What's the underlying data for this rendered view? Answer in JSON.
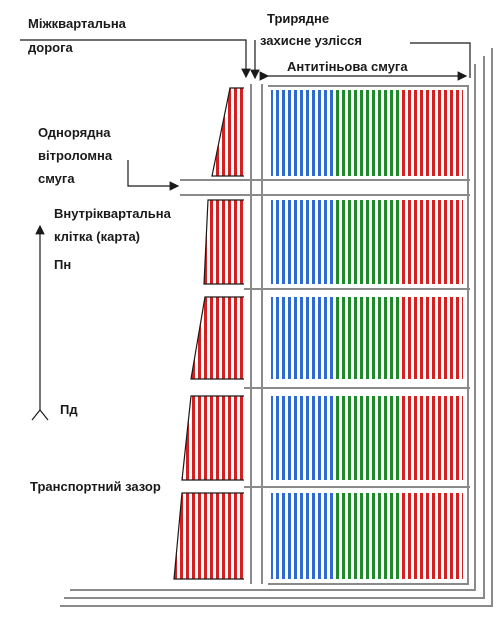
{
  "labels": {
    "mizhkvartalna_line1": "Міжквартальна",
    "mizhkvartalna_line2": "дорога",
    "trytriadne_line1": "Трирядне",
    "trytriadne_line2": "захисне узлісся",
    "antytinova": "Антитіньова смуга",
    "odnoriadna_line1": "Однорядна",
    "odnoriadna_line2": "вітроломна",
    "odnoriadna_line3": "смуга",
    "vnutrishnia_line1": "Внутріквартальна",
    "vnutrishnia_line2": "клітка (карта)",
    "north": "Пн",
    "south": "Пд",
    "transport": "Транспортний зазор"
  },
  "colors": {
    "red": "#d42020",
    "blue": "#2d6bd1",
    "green": "#1e8a2a",
    "line": "#1a1a1a",
    "road": "#9a9a9a"
  }
}
